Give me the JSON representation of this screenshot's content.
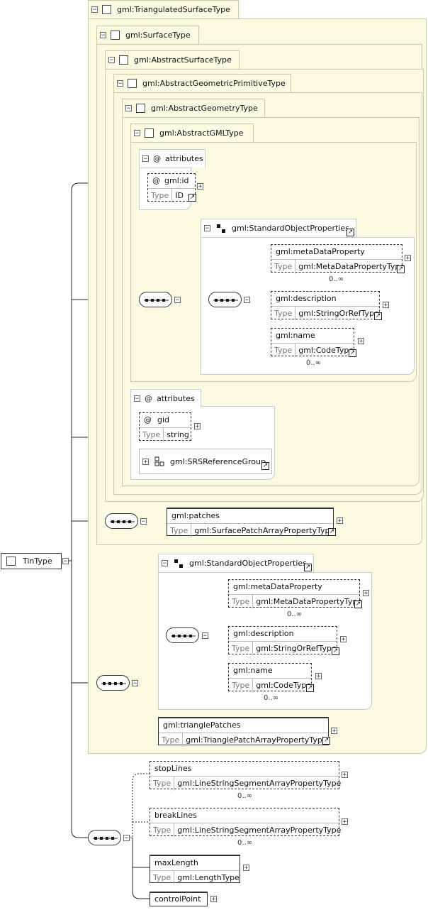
{
  "root": {
    "name": "TinType"
  },
  "extensions": [
    {
      "key": "tri",
      "label": "gml:TriangulatedSurfaceType"
    },
    {
      "key": "surf",
      "label": "gml:SurfaceType"
    },
    {
      "key": "absSurf",
      "label": "gml:AbstractSurfaceType"
    },
    {
      "key": "absPrim",
      "label": "gml:AbstractGeometricPrimitiveType"
    },
    {
      "key": "absGeom",
      "label": "gml:AbstractGeometryType"
    },
    {
      "key": "absGml",
      "label": "gml:AbstractGMLType"
    }
  ],
  "attributes_label": "attributes",
  "attribute_marker": "@",
  "type_label": "Type",
  "gml_id": {
    "name": "gml:id",
    "type": "ID"
  },
  "gid": {
    "name": "gid",
    "type": "string"
  },
  "srs_group": {
    "name": "gml:SRSReferenceGroup"
  },
  "std_props_1": {
    "label": "gml:StandardObjectProperties",
    "meta": {
      "name": "gml:metaDataProperty",
      "type": "gml:MetaDataPropertyType",
      "occurs": "0..∞"
    },
    "desc": {
      "name": "gml:description",
      "type": "gml:StringOrRefType"
    },
    "name": {
      "name": "gml:name",
      "type": "gml:CodeType",
      "occurs": "0..∞"
    }
  },
  "patches": {
    "name": "gml:patches",
    "type": "gml:SurfacePatchArrayPropertyType"
  },
  "std_props_2": {
    "label": "gml:StandardObjectProperties",
    "meta": {
      "name": "gml:metaDataProperty",
      "type": "gml:MetaDataPropertyType",
      "occurs": "0..∞"
    },
    "desc": {
      "name": "gml:description",
      "type": "gml:StringOrRefType"
    },
    "name": {
      "name": "gml:name",
      "type": "gml:CodeType",
      "occurs": "0..∞"
    }
  },
  "triangle_patches": {
    "name": "gml:trianglePatches",
    "type": "gml:TrianglePatchArrayPropertyType"
  },
  "stop_lines": {
    "name": "stopLines",
    "type": "gml:LineStringSegmentArrayPropertyType",
    "occurs": "0..∞"
  },
  "break_lines": {
    "name": "breakLines",
    "type": "gml:LineStringSegmentArrayPropertyType",
    "occurs": "0..∞"
  },
  "max_length": {
    "name": "maxLength",
    "type": "gml:LengthType"
  },
  "control_point": {
    "name": "controlPoint"
  },
  "symbols": {
    "minus": "−",
    "plus": "+",
    "arrow": "↗"
  }
}
